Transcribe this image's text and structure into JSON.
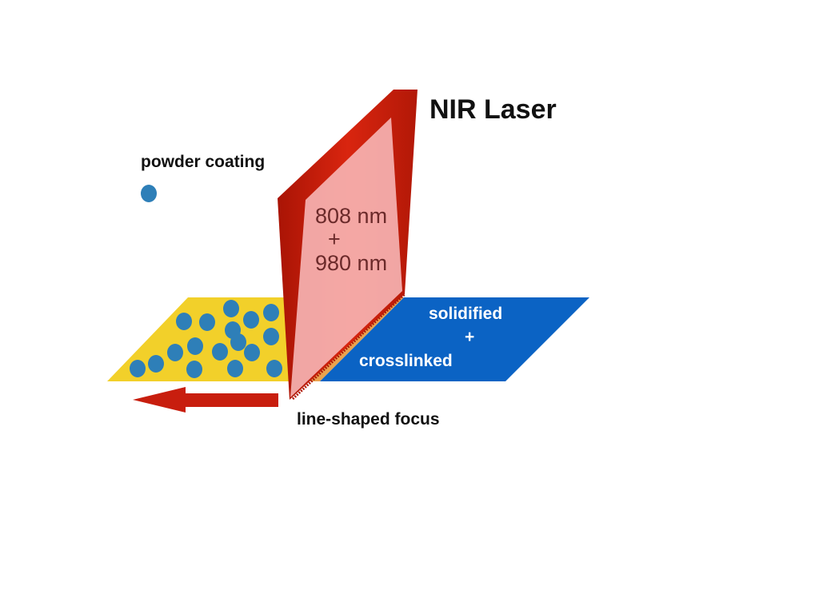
{
  "laser": {
    "title": "NIR Laser"
  },
  "wavelengths": {
    "first": "808 nm",
    "plus": "+",
    "second": "980 nm"
  },
  "legend": {
    "powder_label": "powder coating"
  },
  "solidified": {
    "line1": "solidified",
    "plus": "+",
    "line2": "crosslinked"
  },
  "focus": {
    "label": "line-shaped focus"
  },
  "colors": {
    "powder_strip": "#f2d02a",
    "solid_strip": "#0b63c4",
    "particle": "#2e7fb8",
    "laser_red": "#c81e0e",
    "beam_fill": "#f8b9b9",
    "focus_zone": "#eaa050"
  },
  "icons": {
    "direction": "arrow-left-icon",
    "particle": "particle-dot-icon"
  }
}
